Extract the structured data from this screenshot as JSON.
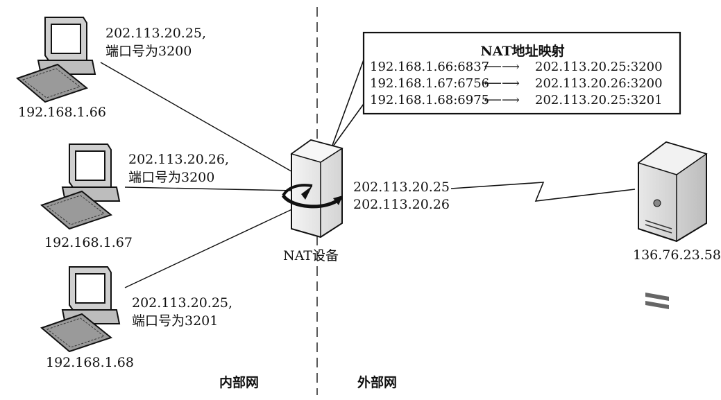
{
  "zones": {
    "inner": "内部网",
    "outer": "外部网"
  },
  "hosts": [
    {
      "ip": "192.168.1.66",
      "mapped_ip": "202.113.20.25,",
      "mapped_port": "端口号为3200"
    },
    {
      "ip": "192.168.1.67",
      "mapped_ip": "202.113.20.26,",
      "mapped_port": "端口号为3200"
    },
    {
      "ip": "192.168.1.68",
      "mapped_ip": "202.113.20.25,",
      "mapped_port": "端口号为3201"
    }
  ],
  "nat_device": {
    "label": "NAT设备",
    "public_ips": [
      "202.113.20.25",
      "202.113.20.26"
    ]
  },
  "server": {
    "ip": "136.76.23.58"
  },
  "mapping_table": {
    "title": "NAT地址映射",
    "arrow": "⟵⟶",
    "rows": [
      {
        "from": "192.168.1.66:6837",
        "to": "202.113.20.25:3200"
      },
      {
        "from": "192.168.1.67:6756",
        "to": "202.113.20.26:3200"
      },
      {
        "from": "192.168.1.68:6975",
        "to": "202.113.20.25:3201"
      }
    ]
  }
}
